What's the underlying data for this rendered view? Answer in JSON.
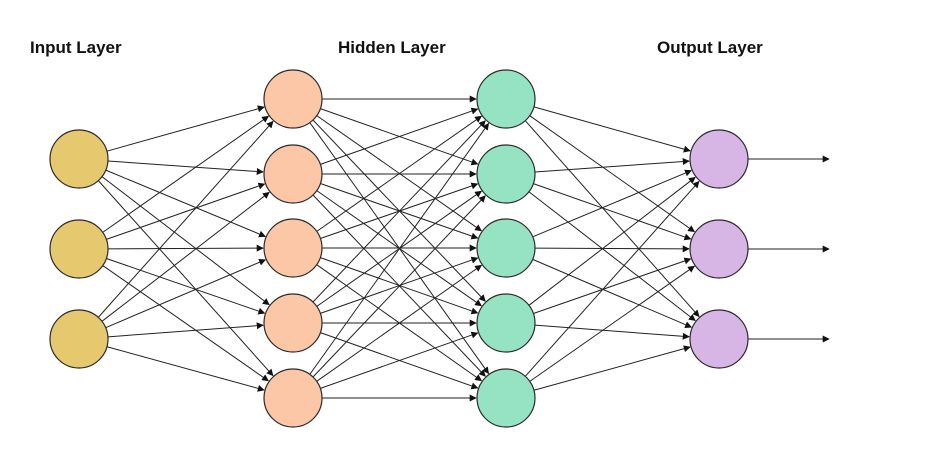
{
  "titles": {
    "input": "Input Layer",
    "hidden": "Hidden Layer",
    "output": "Output Layer"
  },
  "network": {
    "layers": [
      {
        "name": "input",
        "nodes": 3,
        "color": "#e6c86e"
      },
      {
        "name": "hidden1",
        "nodes": 5,
        "color": "#fbc7a6"
      },
      {
        "name": "hidden2",
        "nodes": 5,
        "color": "#96e3c3"
      },
      {
        "name": "output",
        "nodes": 3,
        "color": "#d7b6e6"
      }
    ],
    "connections": "fully-connected",
    "output_arrows": true,
    "stroke_color": "#222222"
  }
}
